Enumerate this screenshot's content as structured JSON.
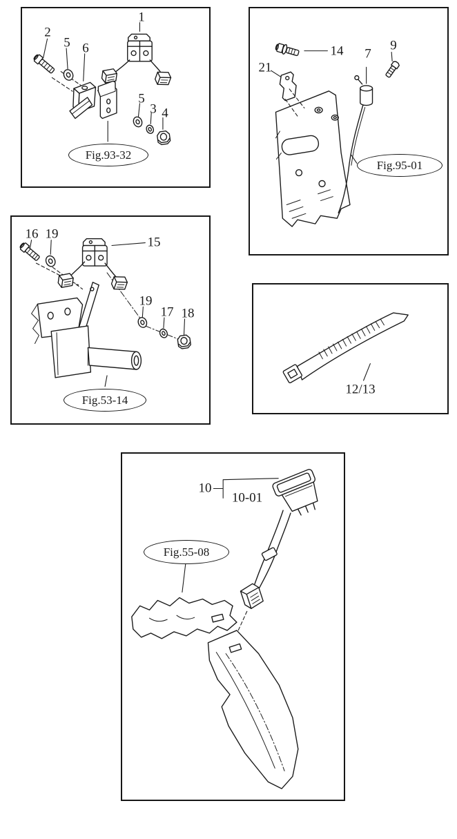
{
  "ink": "#1a1a1a",
  "fig9332": {
    "fig_label": "Fig.93-32",
    "callouts": {
      "n1": "1",
      "n2": "2",
      "n3": "3",
      "n4": "4",
      "n5a": "5",
      "n5b": "5",
      "n6": "6"
    }
  },
  "fig9501": {
    "fig_label": "Fig.95-01",
    "callouts": {
      "n7": "7",
      "n9": "9",
      "n14": "14",
      "n21": "21"
    }
  },
  "fig5314": {
    "fig_label": "Fig.53-14",
    "callouts": {
      "n15": "15",
      "n16": "16",
      "n17": "17",
      "n18": "18",
      "n19a": "19",
      "n19b": "19"
    }
  },
  "cable_tie": {
    "label": "12/13"
  },
  "fig5508": {
    "fig_label": "Fig.55-08",
    "callouts": {
      "n10": "10",
      "n10_01": "10-01"
    }
  }
}
